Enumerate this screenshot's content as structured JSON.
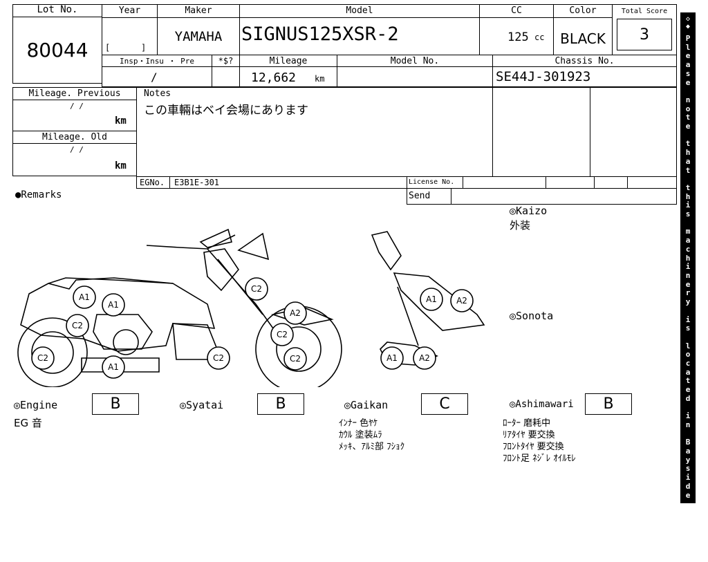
{
  "header": {
    "lot_label": "Lot No.",
    "lot": "80044",
    "year_label": "Year",
    "year_bracket_open": "[",
    "year_bracket_close": "]",
    "maker_label": "Maker",
    "maker": "YAMAHA",
    "model_label": "Model",
    "model": "SIGNUS125XSR-2",
    "cc_label": "CC",
    "cc": "125",
    "cc_unit": "cc",
    "color_label": "Color",
    "color": "BLACK",
    "score_label": "Total Score",
    "score": "3"
  },
  "row2": {
    "insp_label": "Insp・Insu ・ Pre",
    "insp_value": "/",
    "s_label": "*$?",
    "mileage_label": "Mileage",
    "mileage": "12,662",
    "mileage_unit": "km",
    "model_no_label": "Model No.",
    "model_no": "",
    "chassis_label": "Chassis No.",
    "chassis": "SE44J-301923"
  },
  "left": {
    "prev_label": "Mileage. Previous",
    "prev_slashes": "/   /",
    "prev_unit": "km",
    "old_label": "Mileage. Old",
    "old_slashes": "/   /",
    "old_unit": "km"
  },
  "notes": {
    "label": "Notes",
    "text": "この車輛はベイ会場にあります"
  },
  "egno": {
    "label": "EGNo.",
    "value": "E3B1E-301"
  },
  "license": {
    "label": "License No.",
    "send_label": "Send"
  },
  "remarks": {
    "label": "●Remarks"
  },
  "kaizo": {
    "label": "◎Kaizo",
    "text": "外装"
  },
  "sonota": {
    "label": "◎Sonota"
  },
  "diagram_marks": [
    "A1",
    "A1",
    "C2",
    "C2",
    "A1",
    "C2",
    "A2",
    "C2",
    "C2",
    "C2",
    "A1",
    "A2",
    "A1",
    "A2"
  ],
  "grades": {
    "engine_label": "◎Engine",
    "engine": "B",
    "syatai_label": "◎Syatai",
    "syatai": "B",
    "gaikan_label": "◎Gaikan",
    "gaikan": "C",
    "ashimawari_label": "◎Ashimawari",
    "ashimawari": "B"
  },
  "engine_notes": [
    "EG 音"
  ],
  "gaikan_notes": [
    "ｲﾝﾅｰ 色ﾔｹ",
    "ｶｳﾙ 塗装ﾑﾗ",
    "ﾒｯｷ、ｱﾙﾐ部 ﾌｼｮｸ"
  ],
  "ashimawari_notes": [
    "ﾛｰﾀｰ 磨耗中",
    "ﾘｱﾀｲﾔ 要交換",
    "ﾌﾛﾝﾄﾀｲﾔ 要交換",
    "ﾌﾛﾝﾄ足 ﾈｼﾞﾚ ｵｲﾙﾓﾚ"
  ],
  "sidebar": {
    "top_symbol": "◇◆",
    "text": "Please note that this machinery is located in Bayside Yard",
    "bottom_symbol": "◆◇"
  }
}
